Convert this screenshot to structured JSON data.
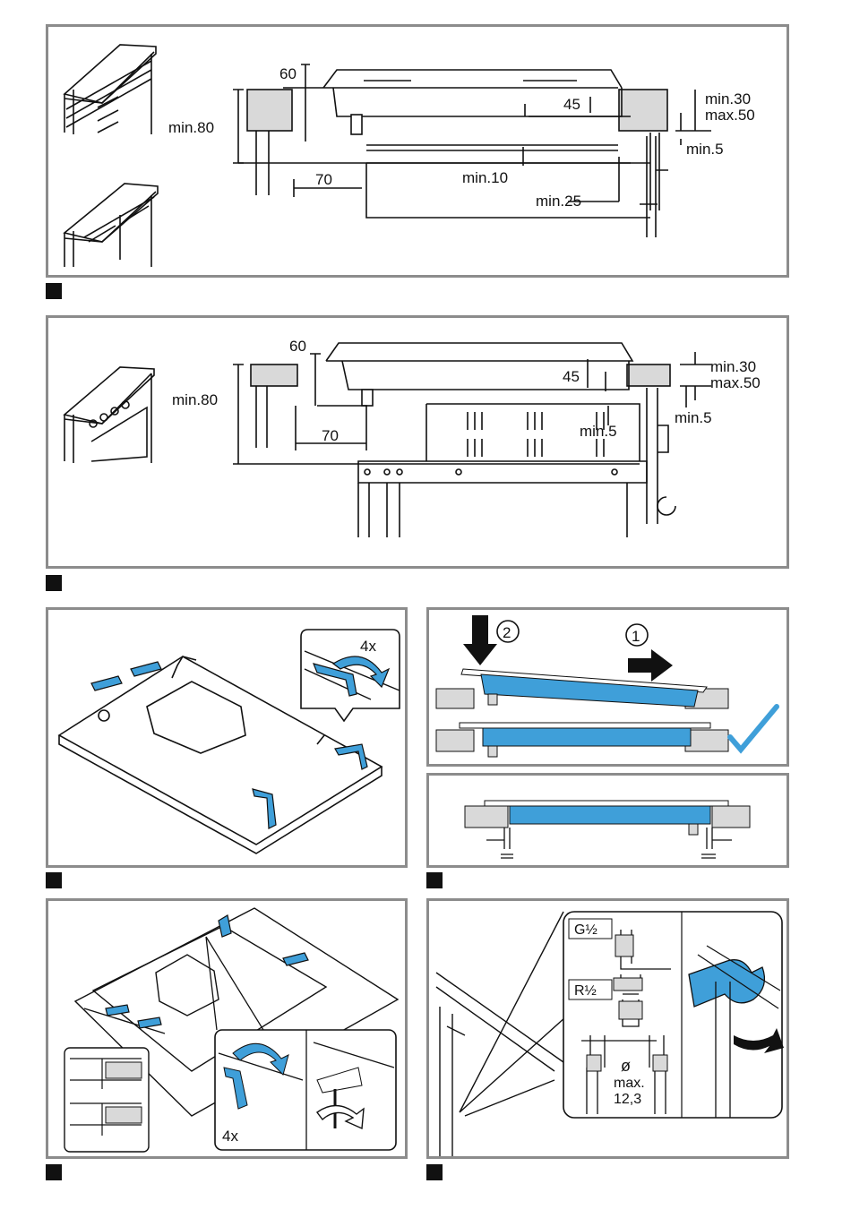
{
  "colors": {
    "frame": "#8c8c8c",
    "accent_blue": "#3f9fd9",
    "check": "#3f9fd9",
    "line": "#111111",
    "fill_grey": "#d9d9d9"
  },
  "fig1": {
    "d60": "60",
    "dmin80": "min.80",
    "d45": "45",
    "dmin30": "min.30",
    "dmax50": "max.50",
    "dmin5": "min.5",
    "d70": "70",
    "dmin10": "min.10",
    "dmin25": "min.25"
  },
  "fig2": {
    "d60": "60",
    "dmin80": "min.80",
    "d45": "45",
    "dmin30": "min.30",
    "dmax50": "max.50",
    "dmin5a": "min.5",
    "dmin5b": "min.5",
    "d70": "70"
  },
  "fig3": {
    "count": "4x"
  },
  "fig4": {
    "step2": "2",
    "step1": "1"
  },
  "fig6": {
    "count": "4x"
  },
  "fig7": {
    "thread_g": "G½",
    "thread_r": "R½",
    "diameter": "ø",
    "max_label": "max.",
    "max_value": "12,3"
  },
  "icons": [
    "arrow-down-icon",
    "arrow-right-icon",
    "checkmark-icon",
    "rotate-arrow-icon"
  ]
}
